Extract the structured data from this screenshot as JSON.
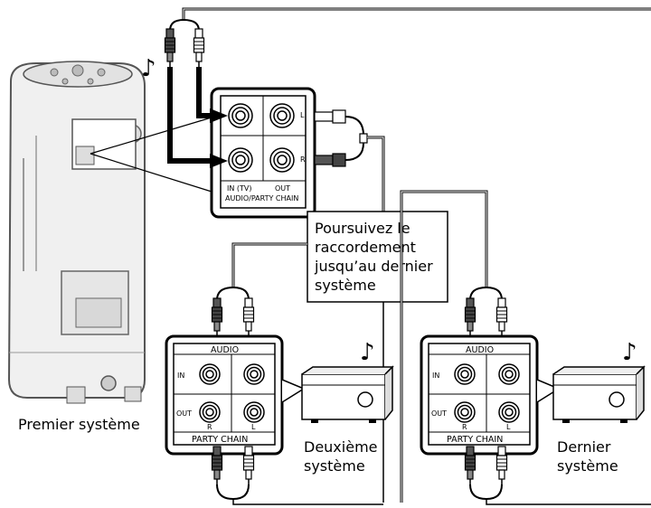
{
  "callout": {
    "lines": [
      "Poursuivez le",
      "raccordement",
      "jusqu’au dernier",
      "système"
    ]
  },
  "labels": {
    "premier_l1": "Premier système",
    "deuxieme_l1": "Deuxième",
    "deuxieme_l2": "système",
    "dernier_l1": "Dernier",
    "dernier_l2": "système"
  },
  "main_panel": {
    "in_tv": "IN (TV)",
    "out": "OUT",
    "footer": "AUDIO/PARTY CHAIN",
    "l": "L",
    "r": "R"
  },
  "party_panel": {
    "audio": "AUDIO",
    "in": "IN",
    "out": "OUT",
    "r": "R",
    "l": "L",
    "footer": "PARTY CHAIN"
  },
  "music_note": "♪"
}
